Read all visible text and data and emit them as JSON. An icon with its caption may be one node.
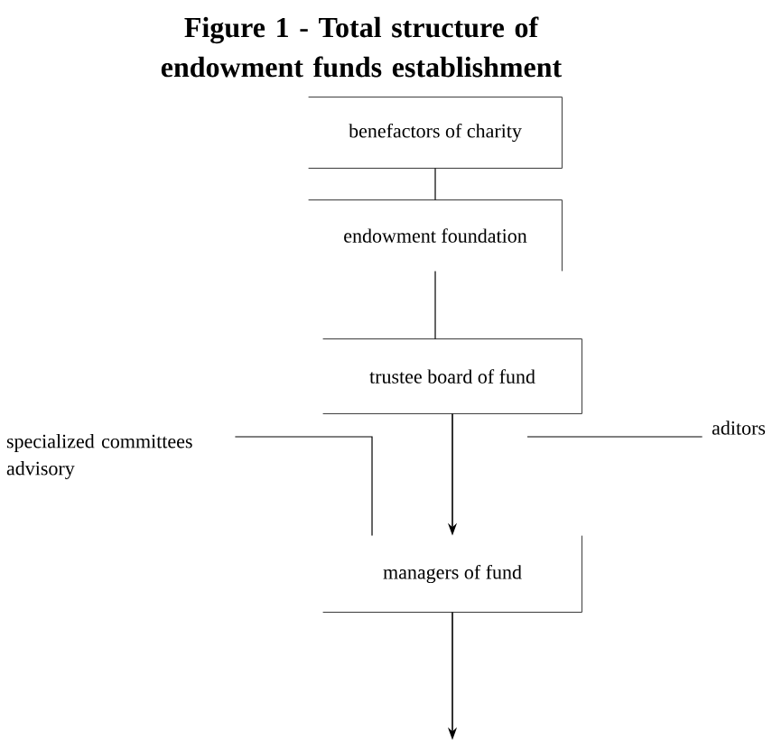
{
  "diagram": {
    "title": "Figure 1 - Total structure of endowment funds establishment",
    "nodes": [
      {
        "text": [
          "benefactors of charity"
        ]
      },
      {
        "text": [
          "endowment foundation"
        ]
      },
      {
        "text": [
          "trustee board of fund"
        ]
      },
      {
        "text": [
          "managers of fund"
        ]
      },
      {
        "text": [
          "specialized committees advisory"
        ]
      },
      {
        "text": [
          "aditors"
        ]
      }
    ],
    "edges": [
      {
        "from": 0,
        "to": 1,
        "arrow": "none"
      },
      {
        "from": 1,
        "to": 2,
        "arrow": "none"
      },
      {
        "from": 2,
        "to": 3,
        "arrow": "to"
      },
      {
        "from": 4,
        "to": 3,
        "arrow": "none"
      },
      {
        "from": 5,
        "to": null,
        "arrow": "none"
      },
      {
        "from": 3,
        "to": null,
        "arrow": "to"
      }
    ]
  }
}
